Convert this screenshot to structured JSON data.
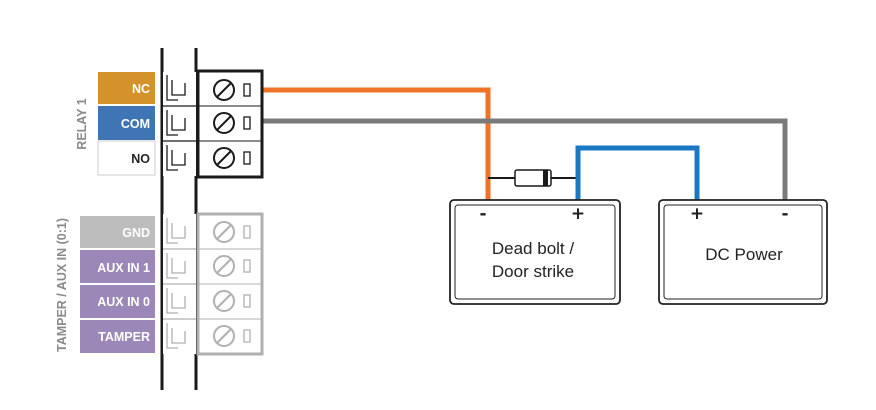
{
  "relay_group": {
    "label": "RELAY 1",
    "terminals": [
      {
        "label": "NC",
        "color": "#d4922a",
        "text_color": "#ffffff"
      },
      {
        "label": "COM",
        "color": "#3f74b5",
        "text_color": "#ffffff"
      },
      {
        "label": "NO",
        "color": "#ffffff",
        "text_color": "#222222"
      }
    ]
  },
  "aux_group": {
    "label": "TAMPER / AUX IN (0:1)",
    "terminals": [
      {
        "label": "GND",
        "color": "#bdbdbd",
        "text_color": "#ffffff"
      },
      {
        "label": "AUX IN 1",
        "color": "#9b87b8",
        "text_color": "#ffffff"
      },
      {
        "label": "AUX IN 0",
        "color": "#9b87b8",
        "text_color": "#ffffff"
      },
      {
        "label": "TAMPER",
        "color": "#9b87b8",
        "text_color": "#ffffff"
      }
    ]
  },
  "devices": {
    "lock": {
      "line1": "Dead bolt /",
      "line2": "Door strike",
      "minus": "-",
      "plus": "+"
    },
    "power": {
      "label": "DC Power",
      "plus": "+",
      "minus": "-"
    }
  },
  "wire_colors": {
    "nc": "#ee7326",
    "com": "#7a7a7a",
    "positive": "#1a78c2"
  }
}
